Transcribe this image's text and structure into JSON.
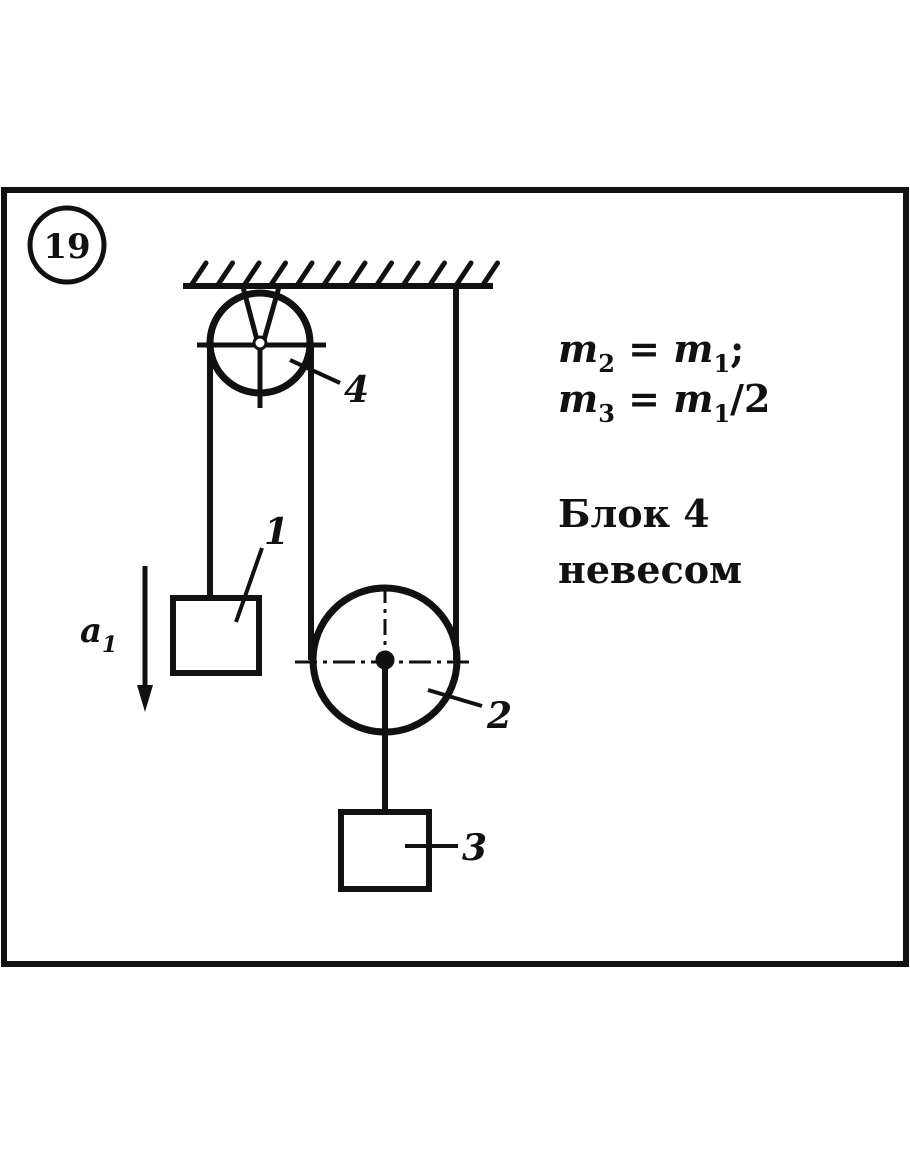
{
  "problem_number": "19",
  "labels": {
    "pulley_top": "4",
    "pulley_bottom": "2",
    "block_1": "1",
    "block_3": "3",
    "acceleration": "a",
    "acceleration_sub": "1"
  },
  "conditions": {
    "line1": {
      "lhs": "m",
      "lhs_sub": "2",
      "eq": " = ",
      "rhs": "m",
      "rhs_sub": "1",
      "tail": ";"
    },
    "line2": {
      "lhs": "m",
      "lhs_sub": "3",
      "eq": " = ",
      "rhs": "m",
      "rhs_sub": "1",
      "tail": "/2"
    },
    "note_line1": "Блок 4",
    "note_line2": "невесом"
  },
  "colors": {
    "ink": "#111111",
    "background": "#ffffff"
  }
}
